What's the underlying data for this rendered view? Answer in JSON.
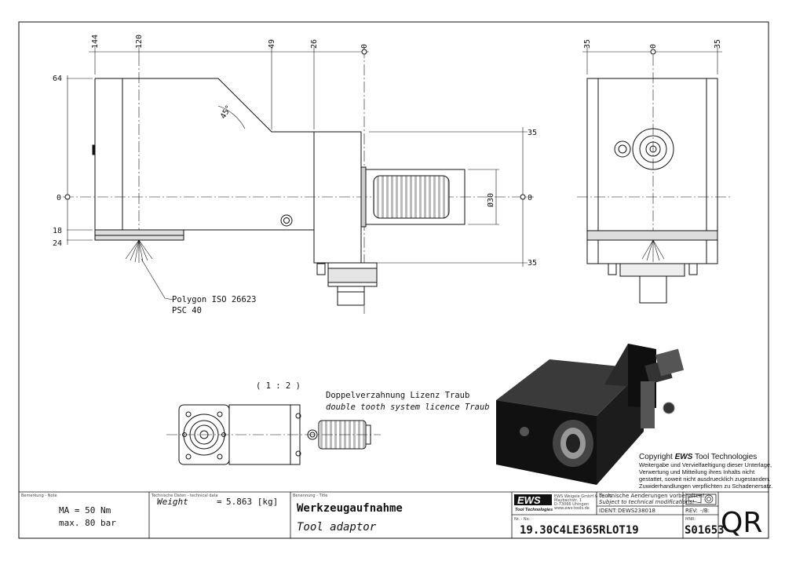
{
  "dimensions": {
    "top": [
      "144",
      "120",
      "49",
      "26",
      "0"
    ],
    "left": [
      "64",
      "0",
      "18",
      "24"
    ],
    "right": [
      "35",
      "0",
      "35"
    ],
    "diameter": "Ø30",
    "angle": "45°",
    "side_top": [
      "35",
      "0",
      "35"
    ]
  },
  "callouts": {
    "polygon_line1": "Polygon ISO 26623",
    "polygon_line2": "PSC 40",
    "scale": "( 1 : 2 )",
    "tooth_de": "Doppelverzahnung Lizenz Traub",
    "tooth_en": "double tooth system licence Traub"
  },
  "copyright": {
    "heading_prefix": "Copyright ",
    "heading_brand": "EWS",
    "heading_suffix": " Tool Technologies",
    "lines": [
      "Weitergabe und Vervielfaeltigung dieser Unterlage,",
      "Verwertung und Mitteilung ihres Inhalts nicht",
      "gestattet, soweit nicht ausdruecklich zugestanden.",
      "Zuwiderhandlungen verpflichten zu Schadenersatz."
    ]
  },
  "title_block": {
    "remark_label": "Bemerkung - Note",
    "remark_line1": "MA = 50 Nm",
    "remark_line2": "max. 80 bar",
    "techdata_label": "Technische Daten - technical data",
    "weight_label": "Weight",
    "weight_eq": "=",
    "weight_value": "5.863 [kg]",
    "designation_label": "Benennung - Title",
    "title_de": "Werkzeugaufnahme",
    "title_en": "Tool adaptor",
    "logo_text": "EWS",
    "logo_sub": "Tool Technologies",
    "company_lines": [
      "EWS Weigele GmbH & Co. KG",
      "Maybachstr. 1",
      "D-73066 Uhingen",
      "www.ews-tools.de"
    ],
    "change_de": "Technische Aenderungen vorbehalten!",
    "change_en": "Subject to technical modifications!",
    "ident_label": "IDENT:",
    "ident_value": "DEWS238018",
    "rev_label": "REV:",
    "rev_value": "-/B:",
    "no_label": "Nr. - No.",
    "part_number": "19.30C4LE365RLOT19",
    "mnr_label": "MNR:",
    "mnr_value": "S01653",
    "qr": "QR"
  }
}
